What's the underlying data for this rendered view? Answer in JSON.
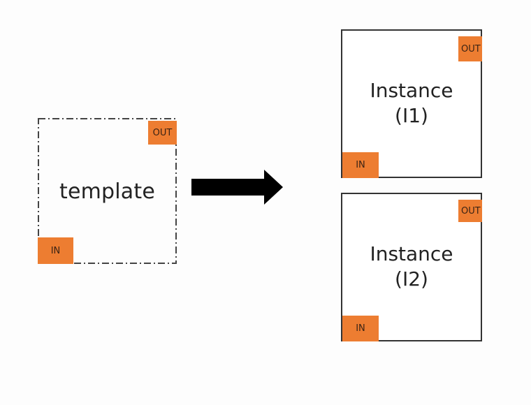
{
  "template": {
    "label": "template",
    "in_port": "IN",
    "out_port": "OUT"
  },
  "instances": [
    {
      "line1": "Instance",
      "line2": "(I1)",
      "in_port": "IN",
      "out_port": "OUT"
    },
    {
      "line1": "Instance",
      "line2": "(I2)",
      "in_port": "IN",
      "out_port": "OUT"
    }
  ],
  "colors": {
    "port_fill": "#ed7d31",
    "border": "#333333",
    "arrow": "#000000"
  },
  "icons": {
    "arrow": "right-arrow-icon"
  }
}
